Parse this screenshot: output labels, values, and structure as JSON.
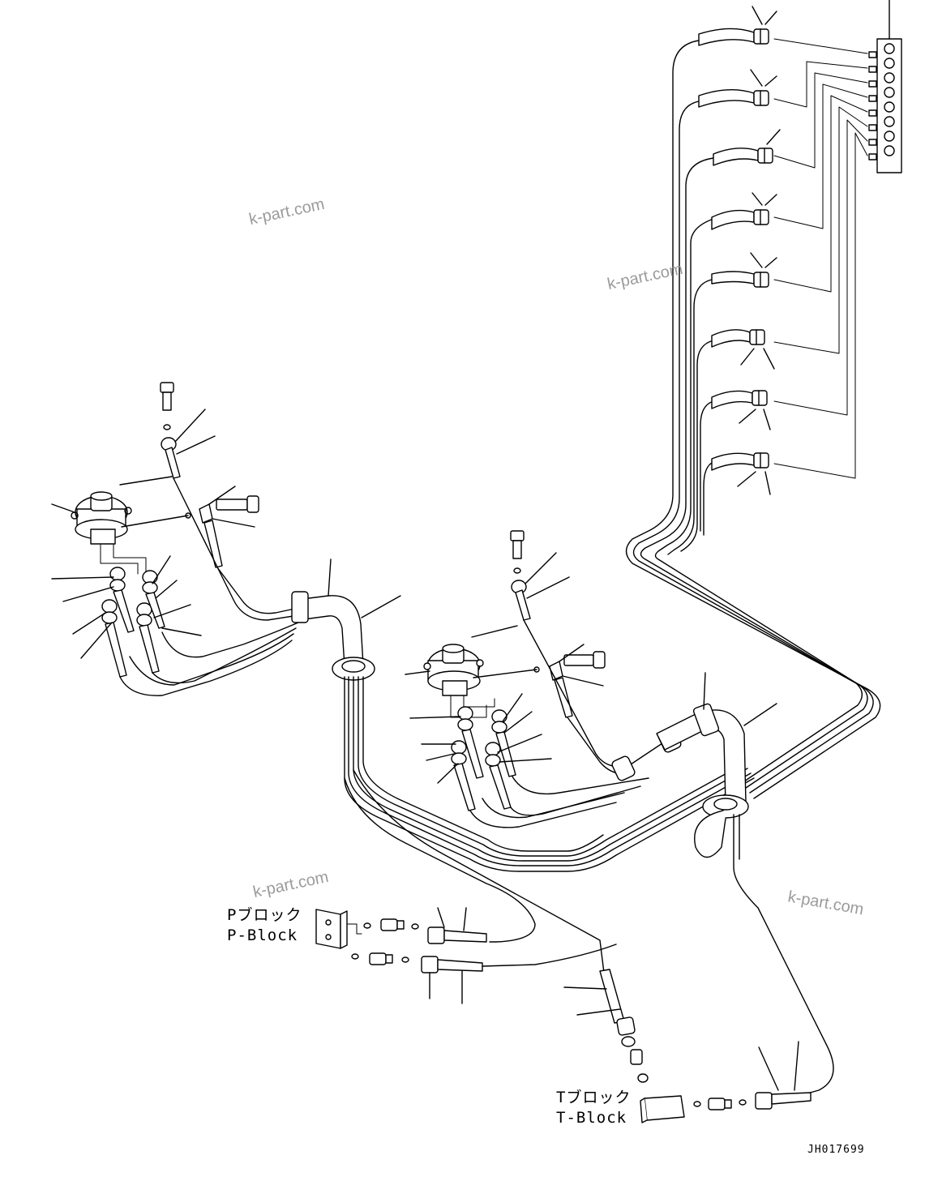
{
  "labels": {
    "p_block_jp": "Pブロック",
    "p_block_en": "P-Block",
    "t_block_jp": "Tブロック",
    "t_block_en": "T-Block",
    "drawing_code": "JH017699"
  },
  "watermark": "k-part.com"
}
